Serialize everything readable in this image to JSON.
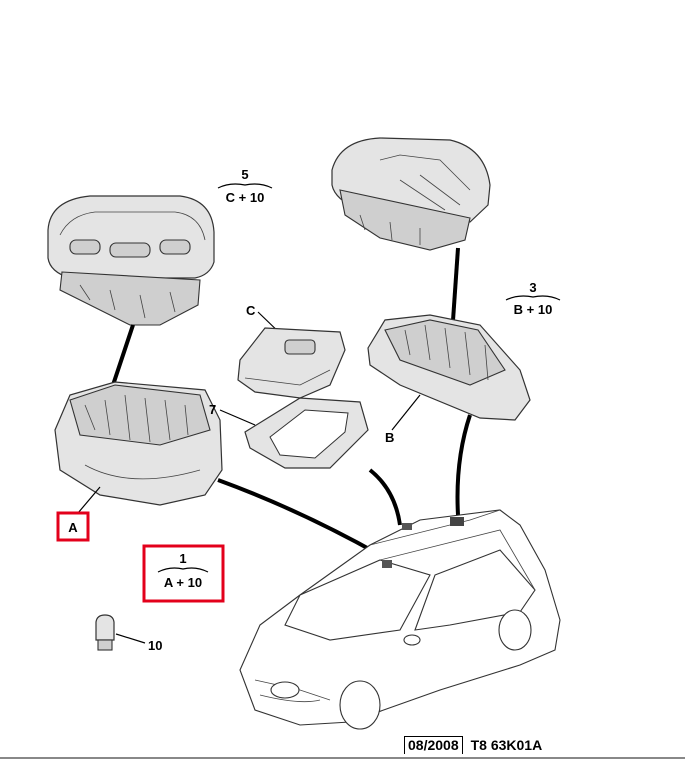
{
  "callouts": {
    "item5": {
      "number": "5",
      "refs": "C + 10"
    },
    "item3": {
      "number": "3",
      "refs": "B + 10"
    },
    "item1": {
      "number": "1",
      "refs": "A + 10"
    },
    "part_c": "C",
    "part_7": "7",
    "part_b": "B",
    "part_a": "A",
    "part_10": "10"
  },
  "footer": {
    "date": "08/2008",
    "reference": "T8 63K01A"
  },
  "colors": {
    "highlight": "#e3001b"
  }
}
